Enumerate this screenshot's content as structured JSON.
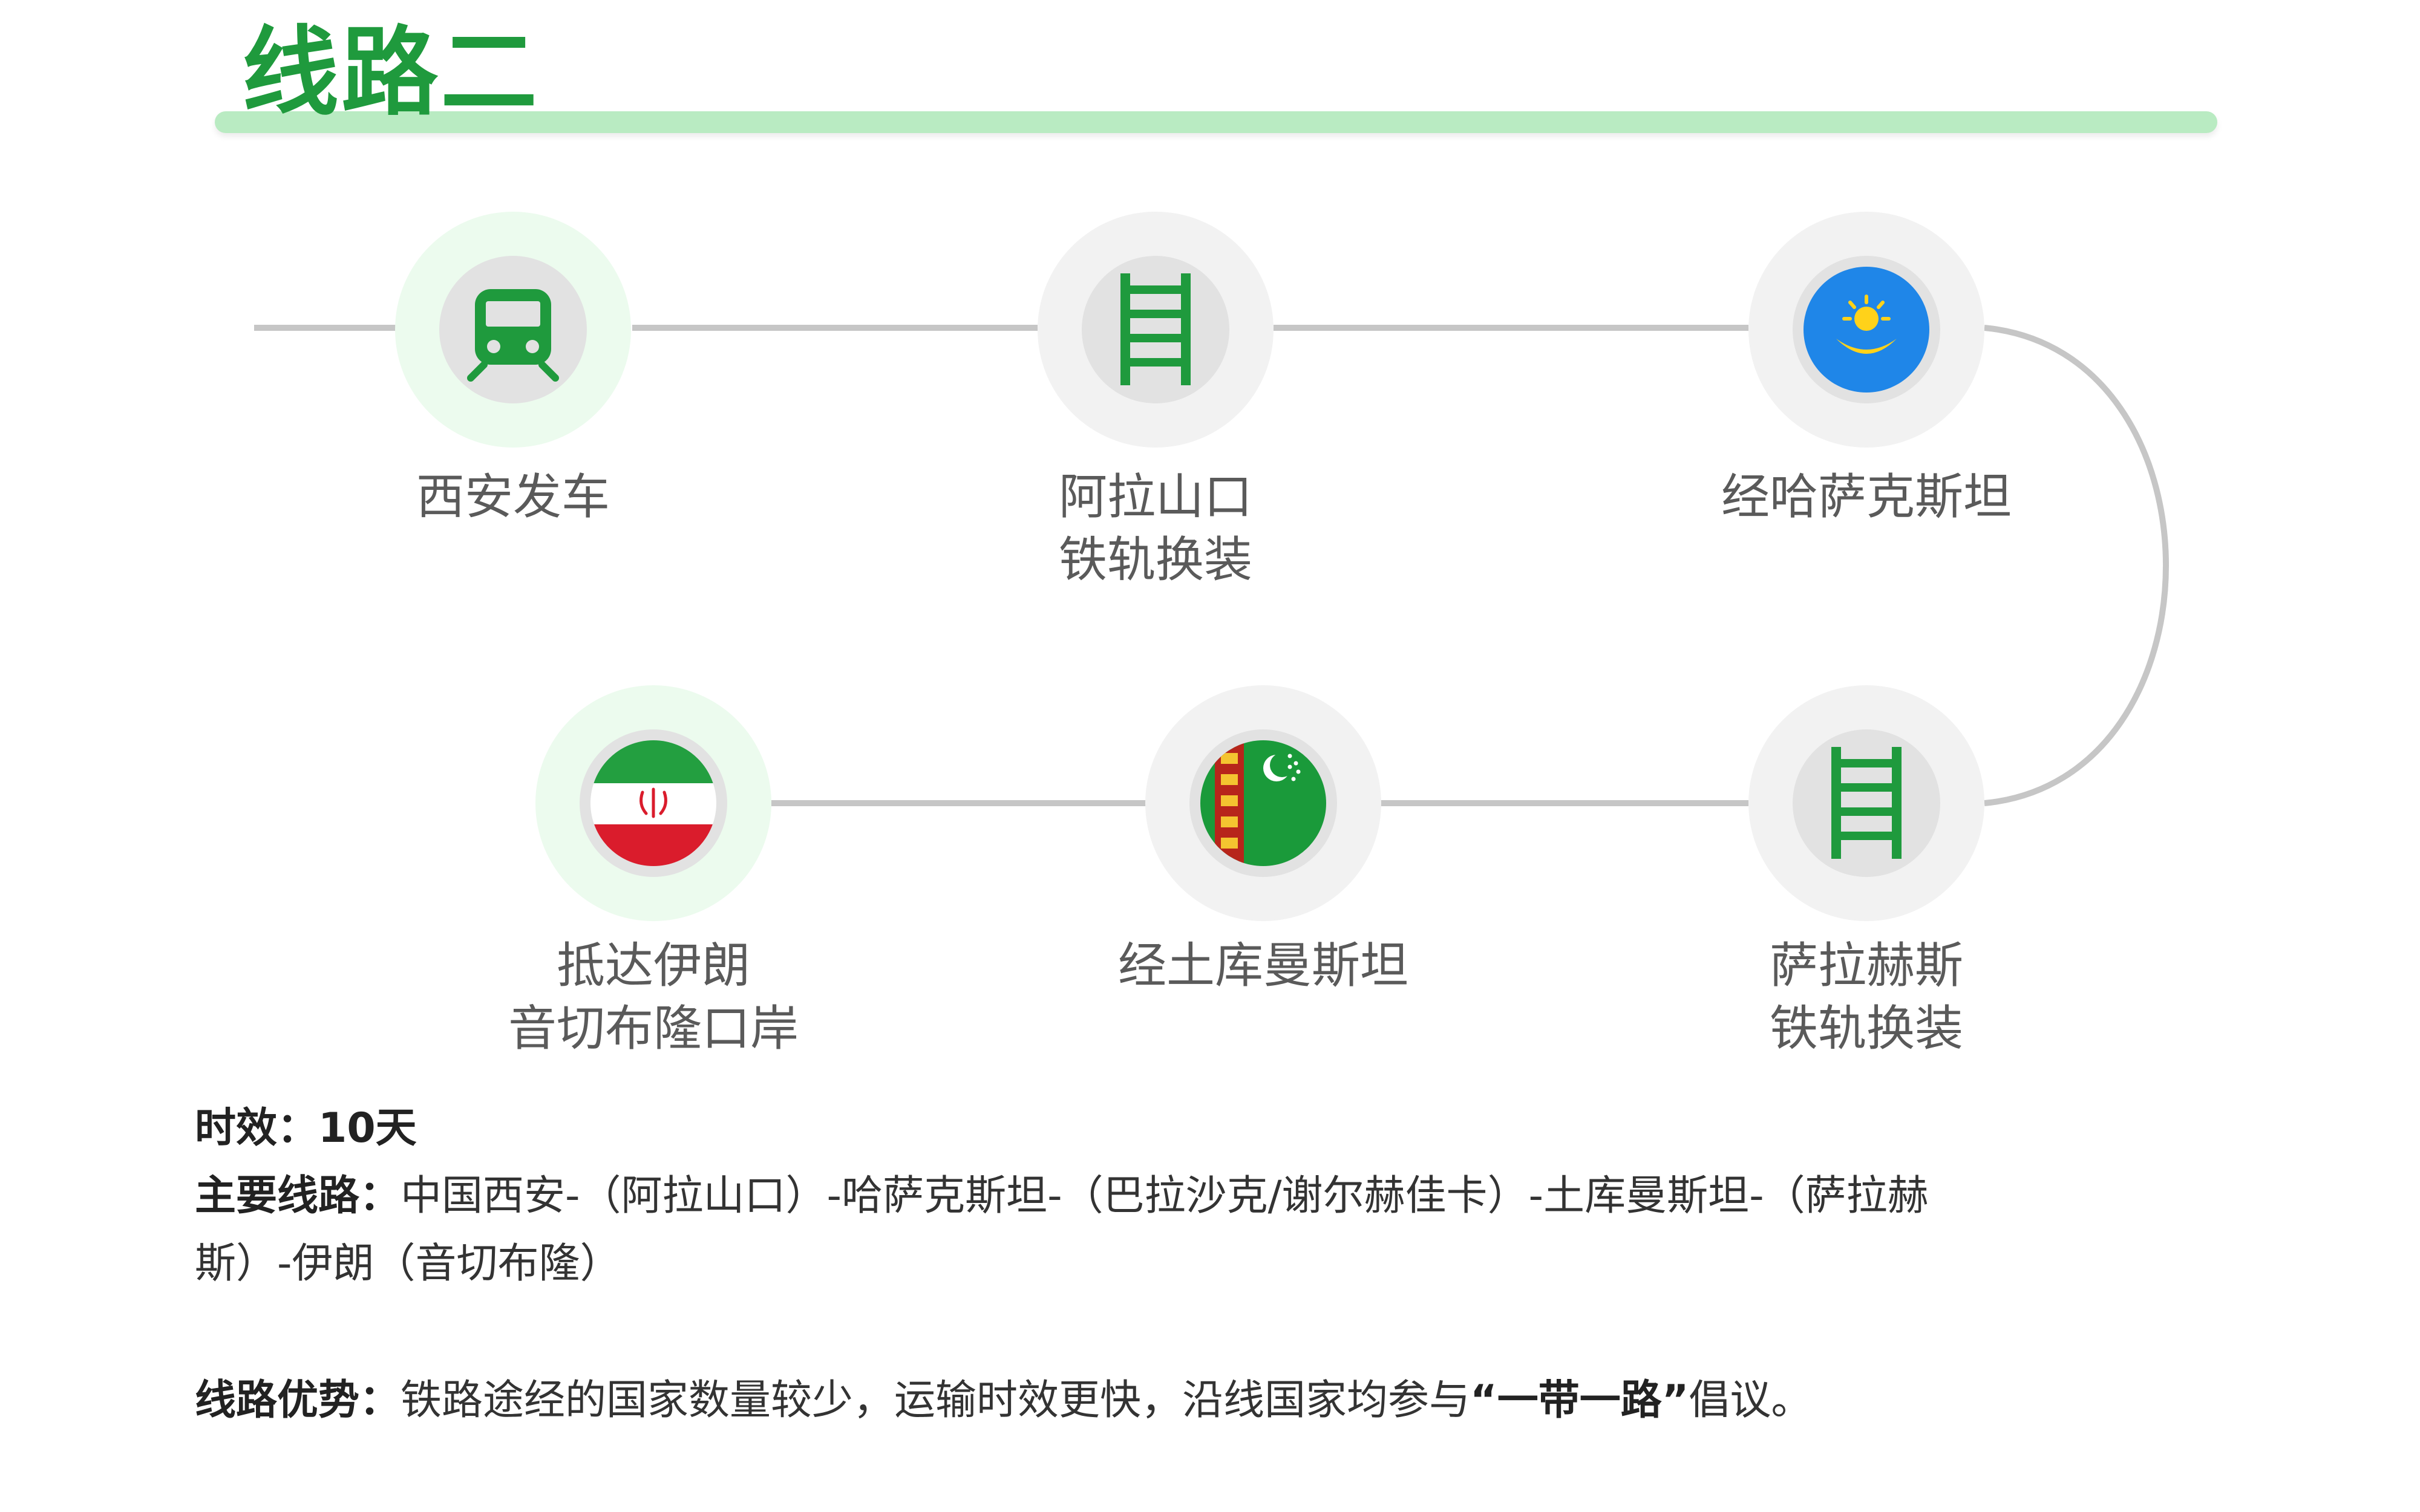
{
  "title": "线路二",
  "colors": {
    "accent_green": "#1f9a3d",
    "title_bar": "#b9ebc2",
    "route_line": "#c6c6c6",
    "halo_light_green": "#ecfbee",
    "halo_grey": "#f2f2f2",
    "icon_bg_grey": "#e2e2e2",
    "kazakh_blue": "#1f86e8",
    "kazakh_gold": "#ffd21a",
    "iran_green": "#239f40",
    "iran_red": "#da1c2c",
    "turkmen_green": "#1a9a3a",
    "turkmen_red": "#b7251b"
  },
  "stops": [
    {
      "icon": "train-icon",
      "lines": [
        "西安发车"
      ]
    },
    {
      "icon": "rail-track-icon",
      "lines": [
        "阿拉山口",
        "铁轨换装"
      ]
    },
    {
      "icon": "kazakhstan-flag-icon",
      "lines": [
        "经哈萨克斯坦"
      ]
    },
    {
      "icon": "rail-track-icon",
      "lines": [
        "萨拉赫斯",
        "铁轨换装"
      ]
    },
    {
      "icon": "turkmenistan-flag-icon",
      "lines": [
        "经土库曼斯坦"
      ]
    },
    {
      "icon": "iran-flag-icon",
      "lines": [
        "抵达伊朗",
        "音切布隆口岸"
      ]
    }
  ],
  "info": {
    "time_label": "时效：",
    "time_value": "10天",
    "route_label": "主要线路：",
    "route_line1": "中国西安-（阿拉山口）-哈萨克斯坦-（巴拉沙克/谢尔赫佳卡）-土库曼斯坦-（萨拉赫",
    "route_line2": "斯）-伊朗（音切布隆）",
    "adv_label": "线路优势：",
    "adv_text_before": "铁路途经的国家数量较少，运输时效更快，沿线国家均参与",
    "adv_quote": "“一带一路”",
    "adv_text_after": "倡议。"
  }
}
